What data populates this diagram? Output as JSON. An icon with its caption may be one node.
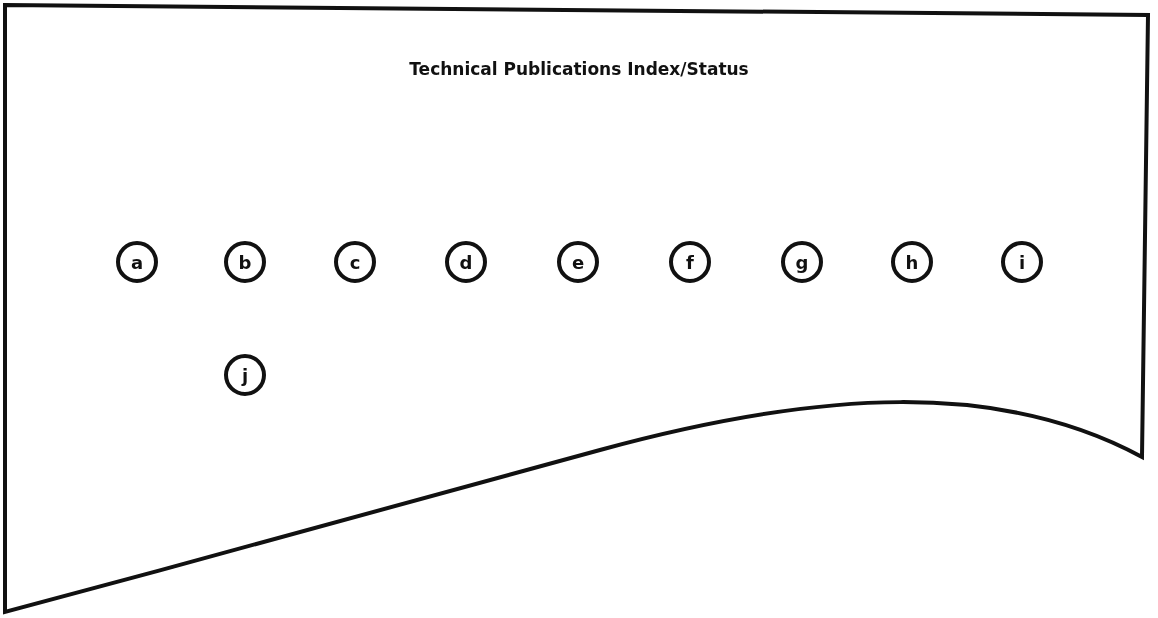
{
  "diagram": {
    "nodes": [
      {
        "text": [
          "Technical Publications Index/Status"
        ]
      },
      {
        "text": [
          "a"
        ],
        "in": 0
      },
      {
        "text": [
          "b"
        ],
        "in": 0
      },
      {
        "text": [
          "c"
        ],
        "in": 0
      },
      {
        "text": [
          "d"
        ],
        "in": 0
      },
      {
        "text": [
          "e"
        ],
        "in": 0
      },
      {
        "text": [
          "f"
        ],
        "in": 0
      },
      {
        "text": [
          "g"
        ],
        "in": 0
      },
      {
        "text": [
          "h"
        ],
        "in": 0
      },
      {
        "text": [
          "i"
        ],
        "in": 0
      },
      {
        "text": [
          "j"
        ],
        "in": 0
      }
    ],
    "edges": []
  }
}
